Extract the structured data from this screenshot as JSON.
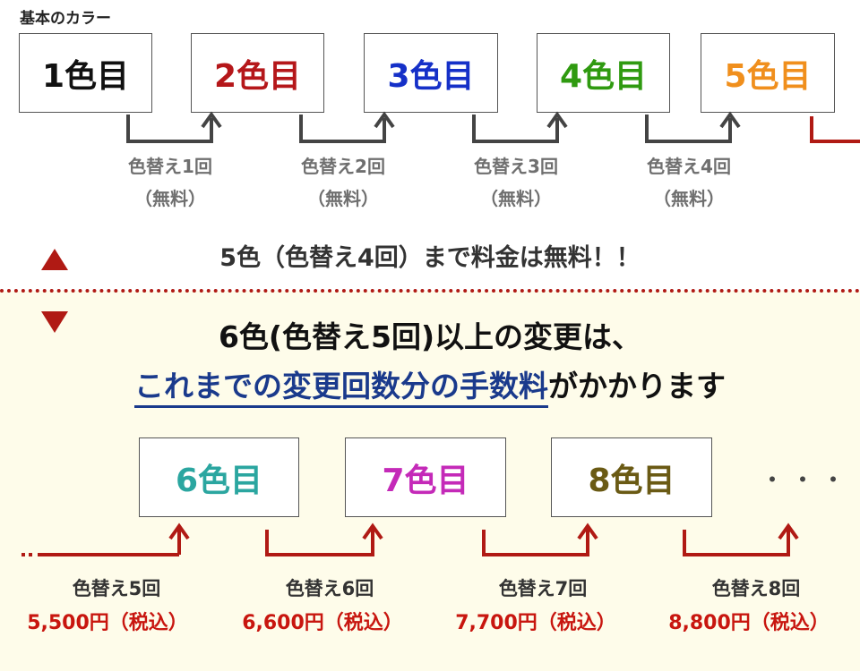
{
  "top_title": "基本のカラー",
  "base_colors": [
    {
      "label": "1色目",
      "color": "#111111"
    },
    {
      "label": "2色目",
      "color": "#b5171a"
    },
    {
      "label": "3色目",
      "color": "#1530c8"
    },
    {
      "label": "4色目",
      "color": "#2f9a10"
    },
    {
      "label": "5色目",
      "color": "#f08f1d"
    }
  ],
  "free_changes": [
    {
      "label": "色替え1回",
      "note": "（無料）"
    },
    {
      "label": "色替え2回",
      "note": "（無料）"
    },
    {
      "label": "色替え3回",
      "note": "（無料）"
    },
    {
      "label": "色替え4回",
      "note": "（無料）"
    }
  ],
  "free_message": "5色（色替え4回）まで料金は無料！！",
  "headline_line1": "6色(色替え5回)以上の変更は、",
  "headline_line2_highlight": "これまでの変更回数分の手数料",
  "headline_line2_rest": "がかかります",
  "extra_colors": [
    {
      "label": "6色目",
      "color": "#2ba6a0"
    },
    {
      "label": "7色目",
      "color": "#c42ab8"
    },
    {
      "label": "8色目",
      "color": "#6a5a14"
    }
  ],
  "ellipsis": "・・・",
  "paid_changes": [
    {
      "label": "色替え5回",
      "price": "5,500円（税込）"
    },
    {
      "label": "色替え6回",
      "price": "6,600円（税込）"
    },
    {
      "label": "色替え7回",
      "price": "7,700円（税込）"
    },
    {
      "label": "色替え8回",
      "price": "8,800円（税込）"
    }
  ],
  "colors": {
    "dark_arrow": "#444444",
    "red_arrow": "#b01a14",
    "divider": "#b01a14",
    "lower_bg": "#fefcea"
  }
}
